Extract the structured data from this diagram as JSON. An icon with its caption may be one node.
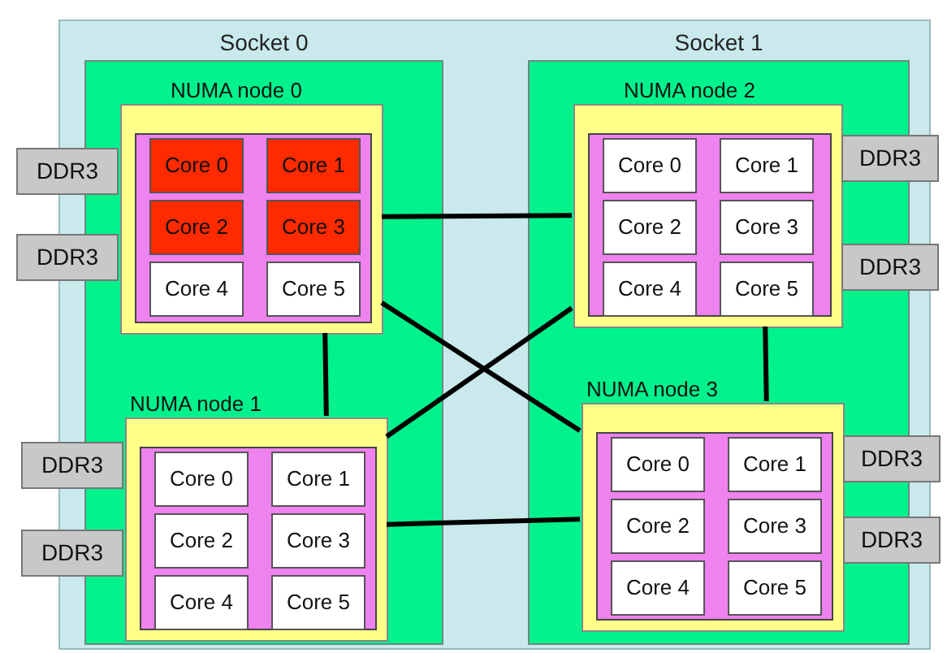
{
  "diagram": {
    "nodes": [
      {
        "text": [
          "Socket 0"
        ]
      },
      {
        "text": [
          "NUMA node 0"
        ],
        "in": 0
      },
      {
        "text": [],
        "shape": "box",
        "in": 1
      },
      {
        "text": [
          "Core 0"
        ],
        "in": 2
      },
      {
        "text": [
          "Core 1"
        ],
        "in": 2
      },
      {
        "text": [
          "Core 2"
        ],
        "in": 2
      },
      {
        "text": [
          "Core 3"
        ],
        "in": 2
      },
      {
        "text": [
          "Core 4"
        ],
        "in": 2
      },
      {
        "text": [
          "Core 5"
        ],
        "in": 2
      },
      {
        "text": [
          "NUMA node 1"
        ],
        "in": 0
      },
      {
        "text": [],
        "shape": "box",
        "in": 9
      },
      {
        "text": [
          "Core 0"
        ],
        "in": 10
      },
      {
        "text": [
          "Core 1"
        ],
        "in": 10
      },
      {
        "text": [
          "Core 2"
        ],
        "in": 10
      },
      {
        "text": [
          "Core 3"
        ],
        "in": 10
      },
      {
        "text": [
          "Core 4"
        ],
        "in": 10
      },
      {
        "text": [
          "Core 5"
        ],
        "in": 10
      },
      {
        "text": [
          "Socket 1"
        ]
      },
      {
        "text": [
          "NUMA node 2"
        ],
        "in": 17
      },
      {
        "text": [],
        "shape": "box",
        "in": 18
      },
      {
        "text": [
          "Core 0"
        ],
        "in": 19
      },
      {
        "text": [
          "Core 1"
        ],
        "in": 19
      },
      {
        "text": [
          "Core 2"
        ],
        "in": 19
      },
      {
        "text": [
          "Core 3"
        ],
        "in": 19
      },
      {
        "text": [
          "Core 4"
        ],
        "in": 19
      },
      {
        "text": [
          "Core 5"
        ],
        "in": 19
      },
      {
        "text": [
          "NUMA node 3"
        ],
        "in": 17
      },
      {
        "text": [],
        "shape": "box",
        "in": 26
      },
      {
        "text": [
          "Core 0"
        ],
        "in": 27
      },
      {
        "text": [
          "Core 1"
        ],
        "in": 27
      },
      {
        "text": [
          "Core 2"
        ],
        "in": 27
      },
      {
        "text": [
          "Core 3"
        ],
        "in": 27
      },
      {
        "text": [
          "Core 4"
        ],
        "in": 27
      },
      {
        "text": [
          "Core 5"
        ],
        "in": 27
      },
      {
        "text": [
          "DDR3"
        ]
      },
      {
        "text": [
          "DDR3"
        ]
      },
      {
        "text": [
          "DDR3"
        ]
      },
      {
        "text": [
          "DDR3"
        ]
      },
      {
        "text": [
          "DDR3"
        ]
      },
      {
        "text": [
          "DDR3"
        ]
      },
      {
        "text": [
          "DDR3"
        ]
      },
      {
        "text": [
          "DDR3"
        ]
      }
    ],
    "edges": [
      {
        "from": 1,
        "to": 18,
        "arrow": "none"
      },
      {
        "from": 1,
        "to": 9,
        "arrow": "none"
      },
      {
        "from": 18,
        "to": 26,
        "arrow": "none"
      },
      {
        "from": 1,
        "to": 26,
        "arrow": "none"
      },
      {
        "from": 9,
        "to": 18,
        "arrow": "none"
      },
      {
        "from": 9,
        "to": 26,
        "arrow": "none"
      }
    ]
  }
}
